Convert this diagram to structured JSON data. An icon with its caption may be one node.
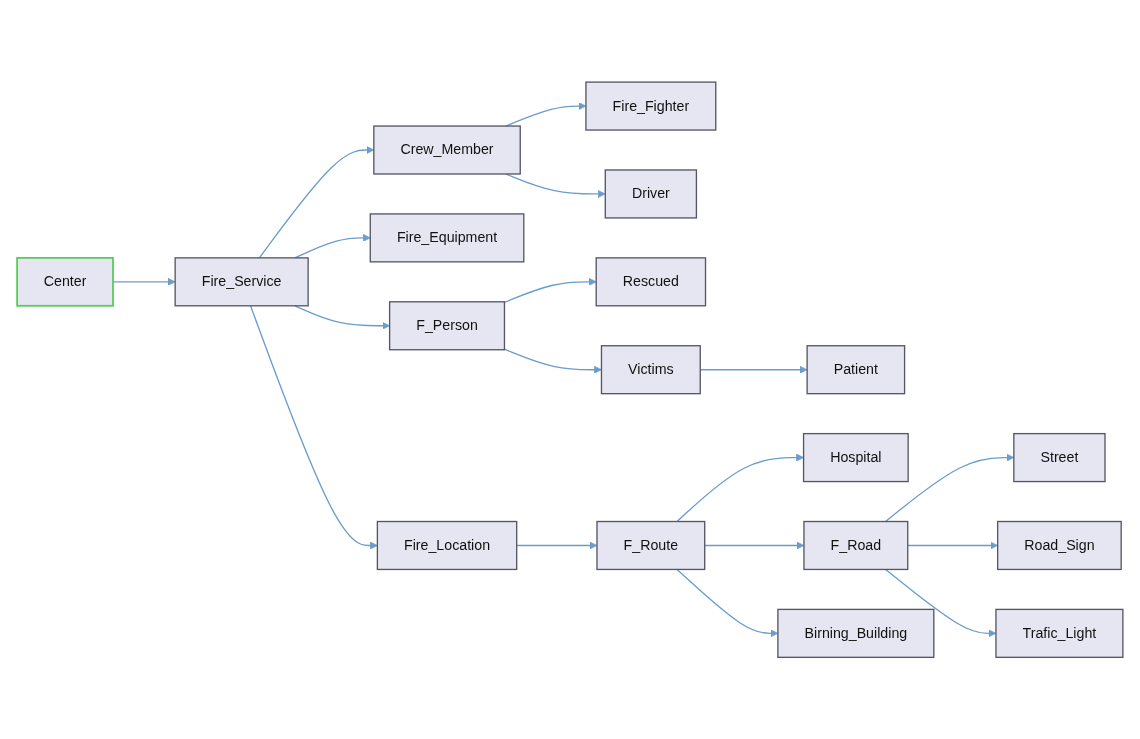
{
  "diagram": {
    "nodes": [
      {
        "text": [
          "Fire_Equipment"
        ]
      },
      {
        "text": [
          "Rescued"
        ]
      },
      {
        "text": [
          "Center"
        ]
      },
      {
        "text": [
          "Victims"
        ]
      },
      {
        "text": [
          "Patient"
        ]
      },
      {
        "text": [
          "F_Person"
        ]
      },
      {
        "text": [
          "Hospital"
        ]
      },
      {
        "text": [
          "Fire_Service"
        ]
      },
      {
        "text": [
          "Fire_Location"
        ]
      },
      {
        "text": [
          "F_Route"
        ]
      },
      {
        "text": [
          "Street"
        ]
      },
      {
        "text": [
          "F_Road"
        ]
      },
      {
        "text": [
          "Crew_Member"
        ]
      },
      {
        "text": [
          "Road_Sign"
        ]
      },
      {
        "text": [
          "Birning_Building"
        ]
      },
      {
        "text": [
          "Trafic_Light"
        ]
      },
      {
        "text": [
          "Fire_Fighter"
        ]
      },
      {
        "text": [
          "Driver"
        ]
      }
    ],
    "edges": [
      {
        "from": 2,
        "to": 7,
        "arrow": "to"
      },
      {
        "from": 7,
        "to": 0,
        "arrow": "to"
      },
      {
        "from": 7,
        "to": 5,
        "arrow": "to"
      },
      {
        "from": 7,
        "to": 8,
        "arrow": "to"
      },
      {
        "from": 7,
        "to": 12,
        "arrow": "to"
      },
      {
        "from": 5,
        "to": 1,
        "arrow": "to"
      },
      {
        "from": 5,
        "to": 3,
        "arrow": "to"
      },
      {
        "from": 3,
        "to": 4,
        "arrow": "to"
      },
      {
        "from": 8,
        "to": 9,
        "arrow": "to"
      },
      {
        "from": 9,
        "to": 6,
        "arrow": "to"
      },
      {
        "from": 9,
        "to": 14,
        "arrow": "to"
      },
      {
        "from": 9,
        "to": 11,
        "arrow": "to"
      },
      {
        "from": 11,
        "to": 10,
        "arrow": "to"
      },
      {
        "from": 11,
        "to": 13,
        "arrow": "to"
      },
      {
        "from": 11,
        "to": 15,
        "arrow": "to"
      },
      {
        "from": 12,
        "to": 16,
        "arrow": "to"
      },
      {
        "from": 12,
        "to": 17,
        "arrow": "to"
      }
    ]
  }
}
